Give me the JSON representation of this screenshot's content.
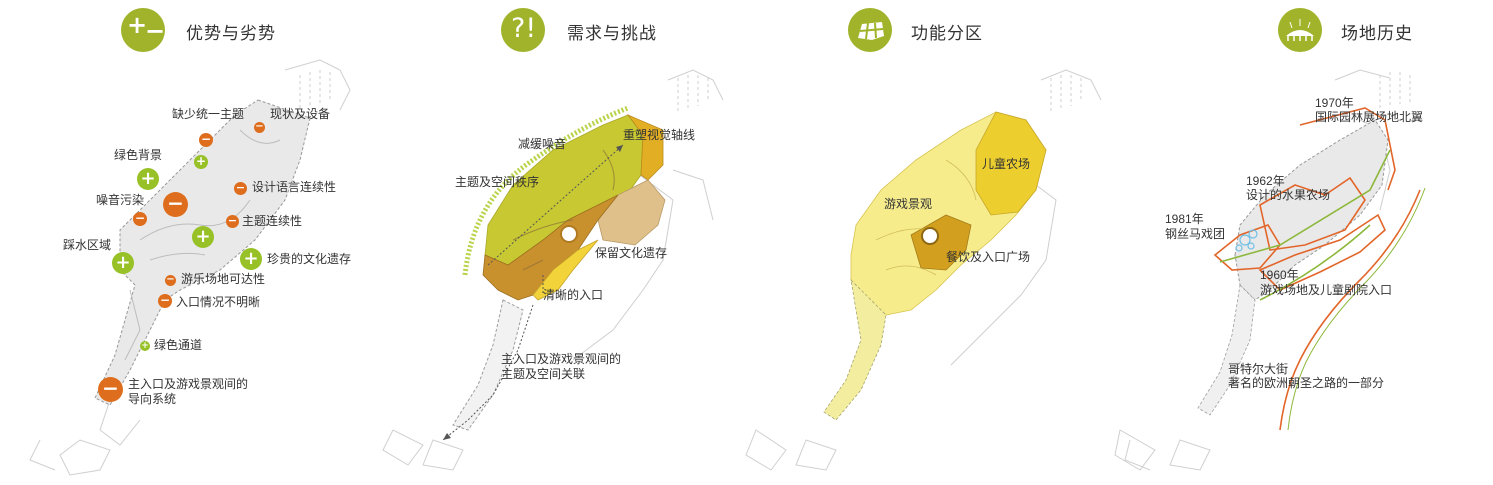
{
  "panels": [
    {
      "title": "优势与劣势",
      "icon": "plus-minus-icon",
      "labels": {
        "lack_theme": "缺少统一主题",
        "status_facilities": "现状及设备",
        "green_background": "绿色背景",
        "noise_pollution": "噪音污染",
        "design_continuity": "设计语言连续性",
        "theme_continuity": "主题连续性",
        "water_play_area": "踩水区域",
        "heritage": "珍贵的文化遗存",
        "playground_access": "游乐场地可达性",
        "entrance_unclear": "入口情况不明晰",
        "green_corridor": "绿色通道",
        "guide_line1": "主入口及游戏景观间的",
        "guide_line2": "导向系统"
      }
    },
    {
      "title": "需求与挑战",
      "icon": "question-exclamation-icon",
      "labels": {
        "reduce_noise": "减缓噪音",
        "visual_axis": "重塑视觉轴线",
        "theme_order": "主题及空间秩序",
        "keep_heritage": "保留文化遗存",
        "clear_entrance": "清晰的入口",
        "relation_line1": "主入口及游戏景观间的",
        "relation_line2": "主题及空间关联"
      }
    },
    {
      "title": "功能分区",
      "icon": "zoning-map-icon",
      "labels": {
        "children_farm": "儿童农场",
        "play_landscape": "游戏景观",
        "dining_plaza": "餐饮及入口广场"
      }
    },
    {
      "title": "场地历史",
      "icon": "exhibition-hall-icon",
      "labels": {
        "y1970_year": "1970年",
        "y1970_text": "国际园林展场地北翼",
        "y1962_year": "1962年",
        "y1962_text": "设计的水果农场",
        "y1981_year": "1981年",
        "y1981_text": "钢丝马戏团",
        "y1960_year": "1960年",
        "y1960_text": "游戏场地及儿童剧院入口",
        "street_name": "哥特尔大街",
        "street_text": "著名的欧洲朝圣之路的一部分"
      }
    }
  ],
  "symbols": {
    "plus": "+",
    "minus": "−"
  },
  "colors": {
    "accent": "#a0b32a",
    "plus_marker": "#97c126",
    "minus_marker": "#de6e1d",
    "zone_yellow": "#f5e25a",
    "zone_gold": "#e5b92c",
    "zone_brown": "#c8912d",
    "zone_olive": "#c7c832",
    "hist_orange": "#e2662a",
    "hist_green": "#8db83b"
  }
}
